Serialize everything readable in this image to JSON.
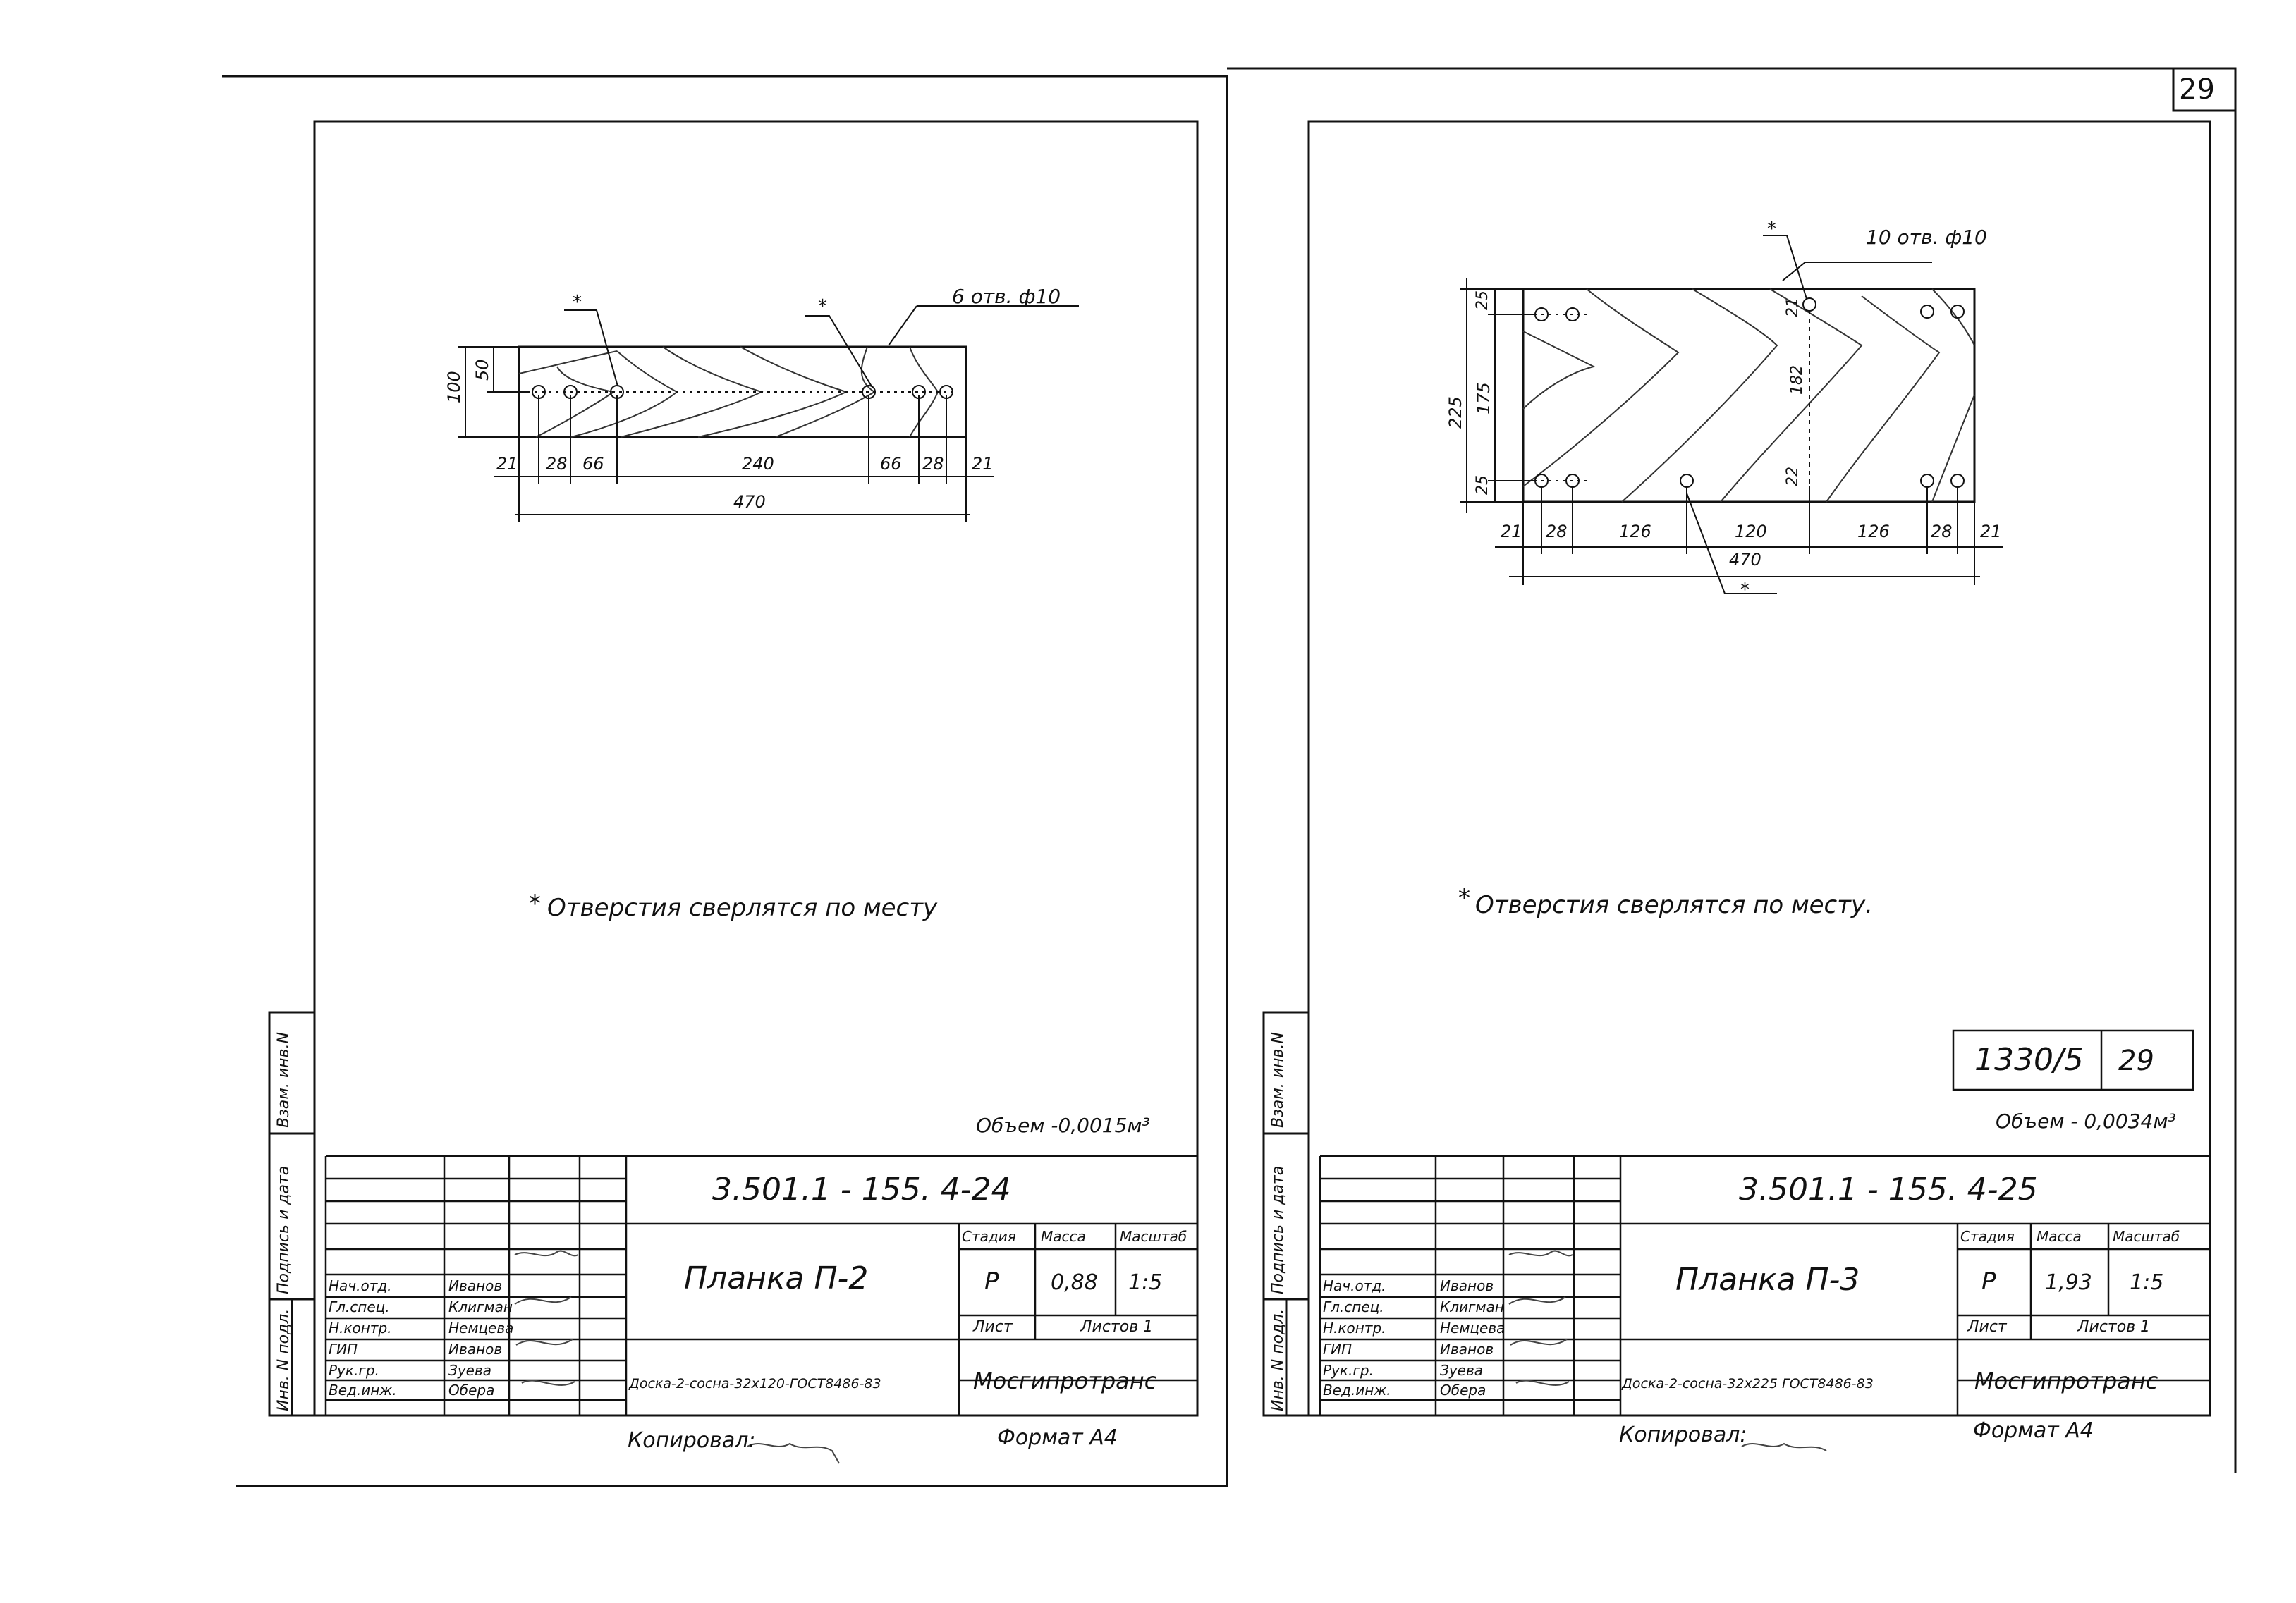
{
  "page_number": "29",
  "left_sheet": {
    "drawing": {
      "holes_note": "6 отв. ф10",
      "star": "*",
      "dims_bottom": [
        "21",
        "28",
        "66",
        "240",
        "66",
        "28",
        "21"
      ],
      "dim_total": "470",
      "dims_side": [
        "100",
        "50"
      ]
    },
    "footnote": "Отверстия сверлятся по месту",
    "volume": "Объем -0,0015м³",
    "stamp": {
      "doc_code": "3.501.1 - 155. 4-24",
      "title": "Планка П-2",
      "col_headers": [
        "Стадия",
        "Масса",
        "Масштаб"
      ],
      "stage": "Р",
      "mass": "0,88",
      "scale": "1:5",
      "sheet_label": "Лист",
      "sheets_label": "Листов 1",
      "material": "Доска-2-сосна-32х120-ГОСТ8486-83",
      "org": "Мосгипротранс",
      "roles": [
        "Нач.отд.",
        "Гл.спец.",
        "Н.контр.",
        "ГИП",
        "Рук.гр.",
        "Вед.инж."
      ],
      "names": [
        "Иванов",
        "Клигман",
        "Немцева",
        "Иванов",
        "Зуева",
        "Обера"
      ]
    },
    "side_labels": [
      "Взам. инв.N",
      "Подпись и дата",
      "Инв. N подл."
    ],
    "copied": "Копировал:",
    "format": "Формат А4"
  },
  "right_sheet": {
    "drawing": {
      "holes_note": "10 отв. ф10",
      "star": "*",
      "dims_bottom": [
        "21",
        "28",
        "126",
        "120",
        "126",
        "28",
        "21"
      ],
      "dim_total": "470",
      "dims_side": [
        "225",
        "25",
        "175",
        "25"
      ],
      "dims_inner": [
        "21",
        "182",
        "22"
      ]
    },
    "footnote": "Отверстия сверлятся по месту.",
    "order_number": "1330/5",
    "order_sheet": "29",
    "volume": "Объем - 0,0034м³",
    "stamp": {
      "doc_code": "3.501.1 - 155. 4-25",
      "title": "Планка П-3",
      "col_headers": [
        "Стадия",
        "Масса",
        "Масштаб"
      ],
      "stage": "Р",
      "mass": "1,93",
      "scale": "1:5",
      "sheet_label": "Лист",
      "sheets_label": "Листов 1",
      "material": "Доска-2-сосна-32х225 ГОСТ8486-83",
      "org": "Мосгипротранс",
      "roles": [
        "Нач.отд.",
        "Гл.спец.",
        "Н.контр.",
        "ГИП",
        "Рук.гр.",
        "Вед.инж."
      ],
      "names": [
        "Иванов",
        "Клигман",
        "Немцева",
        "Иванов",
        "Зуева",
        "Обера"
      ]
    },
    "side_labels": [
      "Взам. инв.N",
      "Подпись и дата",
      "Инв. N подл."
    ],
    "copied": "Копировал:",
    "format": "Формат А4"
  }
}
